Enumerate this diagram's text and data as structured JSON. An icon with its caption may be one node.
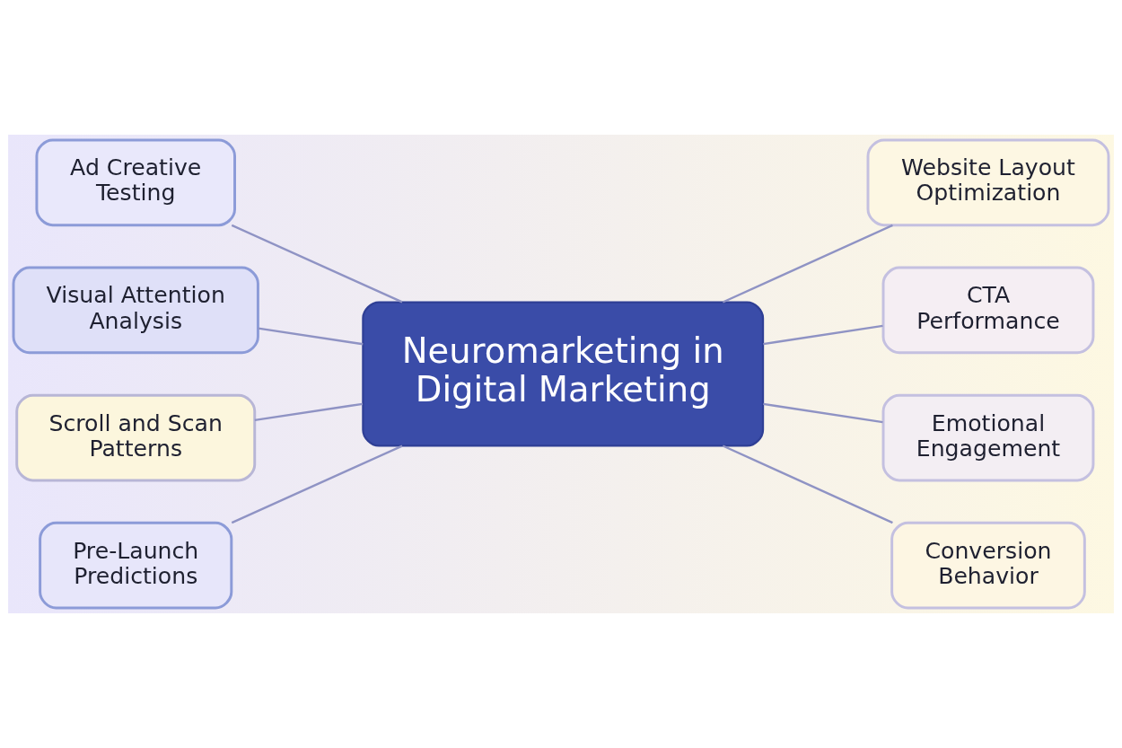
{
  "diagram": {
    "nodes": [
      {
        "text": [
          "Neuromarketing in Digital Marketing"
        ]
      },
      {
        "text": [
          "Ad Creative Testing"
        ]
      },
      {
        "text": [
          "Visual Attention Analysis"
        ]
      },
      {
        "text": [
          "Scroll and Scan Patterns"
        ]
      },
      {
        "text": [
          "Pre-Launch Predictions"
        ]
      },
      {
        "text": [
          "Website Layout Optimization"
        ]
      },
      {
        "text": [
          "CTA Performance"
        ]
      },
      {
        "text": [
          "Emotional Engagement"
        ]
      },
      {
        "text": [
          "Conversion Behavior"
        ]
      }
    ],
    "edges": [
      {
        "from": 1,
        "to": 0,
        "arrow": "none"
      },
      {
        "from": 2,
        "to": 0,
        "arrow": "none"
      },
      {
        "from": 3,
        "to": 0,
        "arrow": "none"
      },
      {
        "from": 4,
        "to": 0,
        "arrow": "none"
      },
      {
        "from": 0,
        "to": 5,
        "arrow": "none"
      },
      {
        "from": 0,
        "to": 6,
        "arrow": "none"
      },
      {
        "from": 0,
        "to": 7,
        "arrow": "none"
      },
      {
        "from": 0,
        "to": 8,
        "arrow": "none"
      }
    ]
  }
}
